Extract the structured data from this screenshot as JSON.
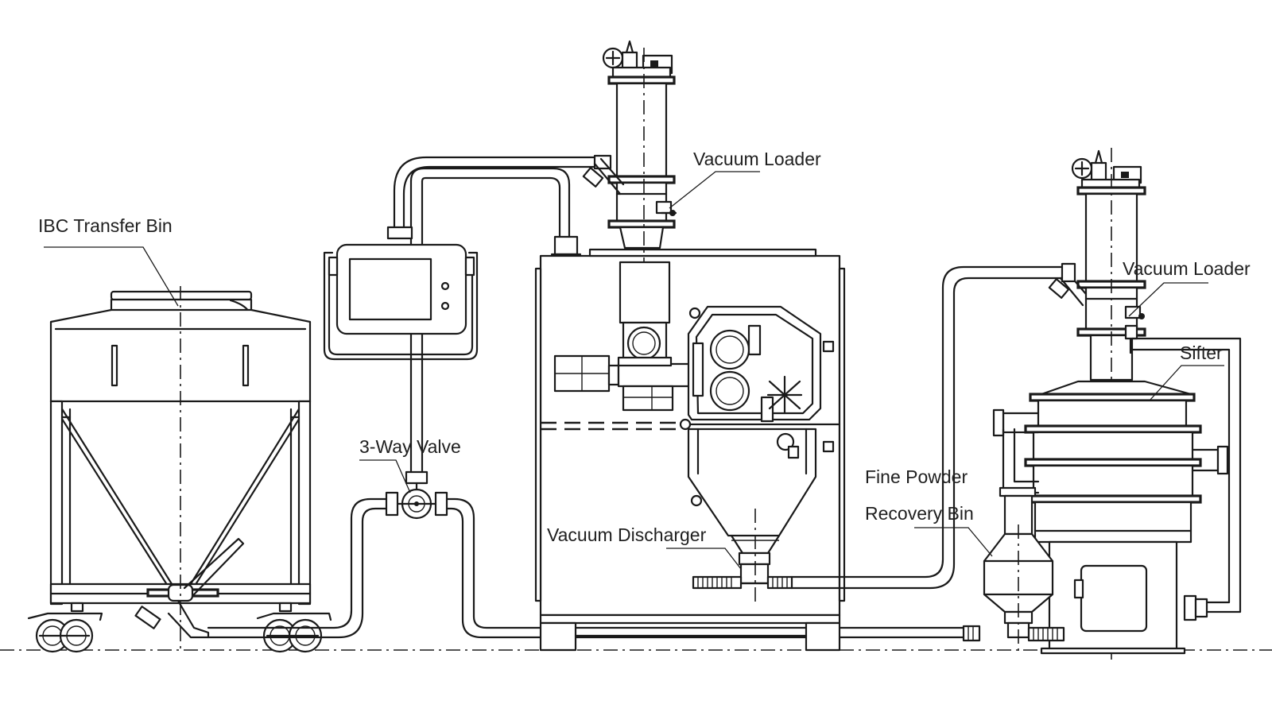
{
  "labels": {
    "ibc_transfer_bin": "IBC Transfer Bin",
    "vacuum_loader_1": "Vacuum Loader",
    "vacuum_loader_2": "Vacuum Loader",
    "three_way_valve": "3-Way Valve",
    "vacuum_discharger": "Vacuum Discharger",
    "sifter": "Sifter",
    "fine_powder_line1": "Fine Powder",
    "fine_powder_line2": "Recovery Bin"
  },
  "colors": {
    "line": "#1a1a1a",
    "text": "#1f1f1f",
    "background": "#ffffff"
  }
}
